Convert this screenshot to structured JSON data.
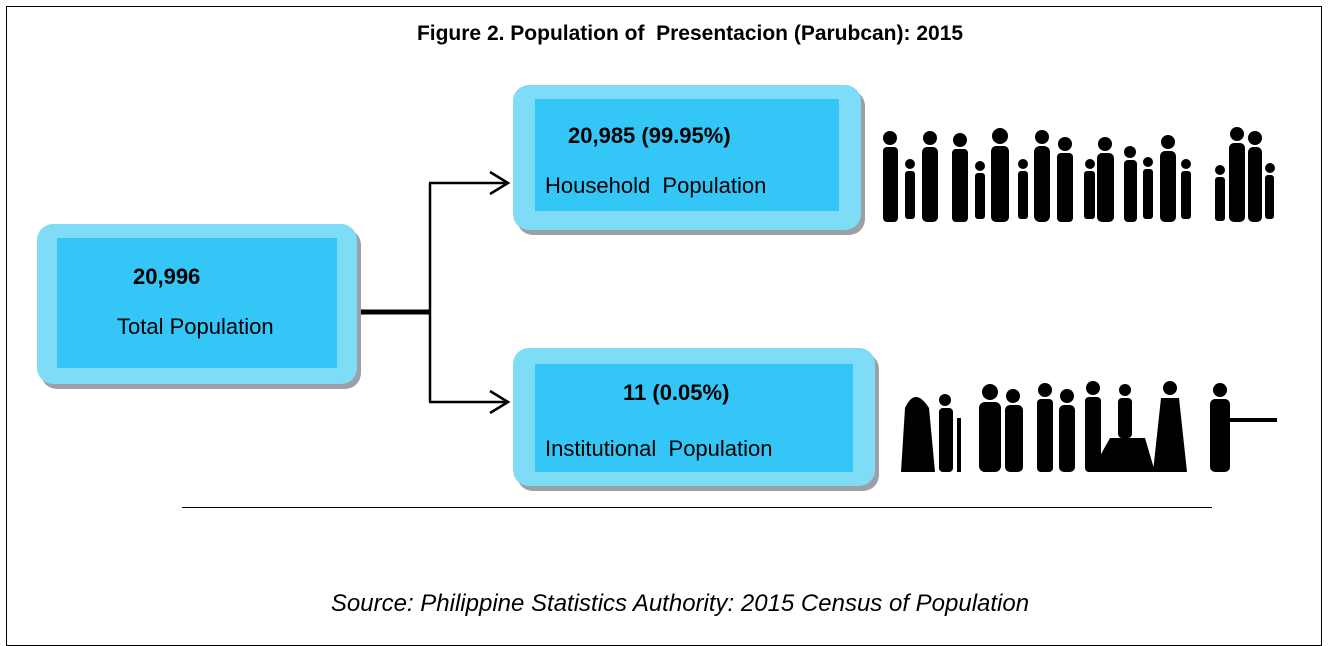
{
  "figure": {
    "title": "Figure 2. Population of  Presentacion (Parubcan): 2015",
    "source": "Source: Philippine Statistics Authority: 2015 Census of Population"
  },
  "total": {
    "value": "20,996",
    "label": "Total Population"
  },
  "household": {
    "value": "20,985 (99.95%)",
    "label": "Household  Population",
    "icon": "family-silhouettes"
  },
  "institutional": {
    "value": "11 (0.05%)",
    "label": "Institutional  Population",
    "icon": "occupation-silhouettes"
  },
  "colors": {
    "box_outer": "#7fdcf7",
    "box_inner": "#33c6f6",
    "shadow": "#9aa0a6"
  }
}
